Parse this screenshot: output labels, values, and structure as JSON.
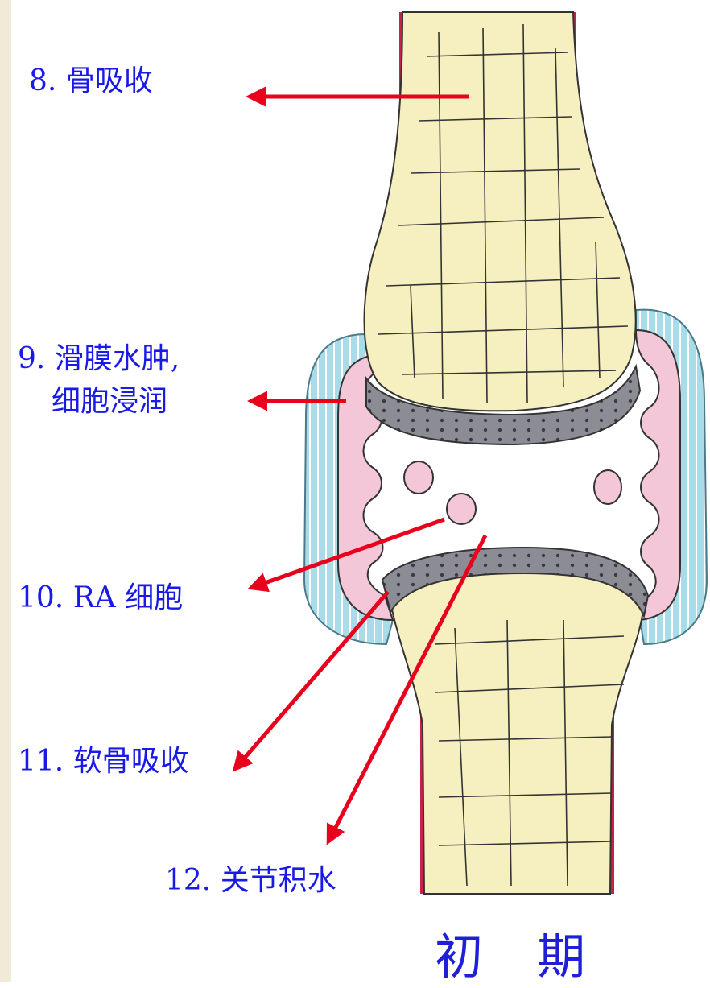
{
  "labels": {
    "bone_resorption": "8. 骨吸收",
    "synovial_edema_line1": "9. 滑膜水肿,",
    "synovial_edema_line2": "细胞浸润",
    "ra_cells": "10. RA 细胞",
    "cartilage_resorption": "11. 软骨吸收",
    "joint_effusion": "12. 关节积水"
  },
  "stage_caption": "初 期",
  "colors": {
    "label_text": "#1a1ae6",
    "arrow": "#e8001c",
    "bone_fill": "#f6f0c0",
    "synovium_fill": "#f3c6d8",
    "capsule_fill": "#a9dce9",
    "cartilage_fill": "#8c8c95",
    "periosteum_stripe": "#c8214b",
    "left_border": "#f2ead8"
  }
}
